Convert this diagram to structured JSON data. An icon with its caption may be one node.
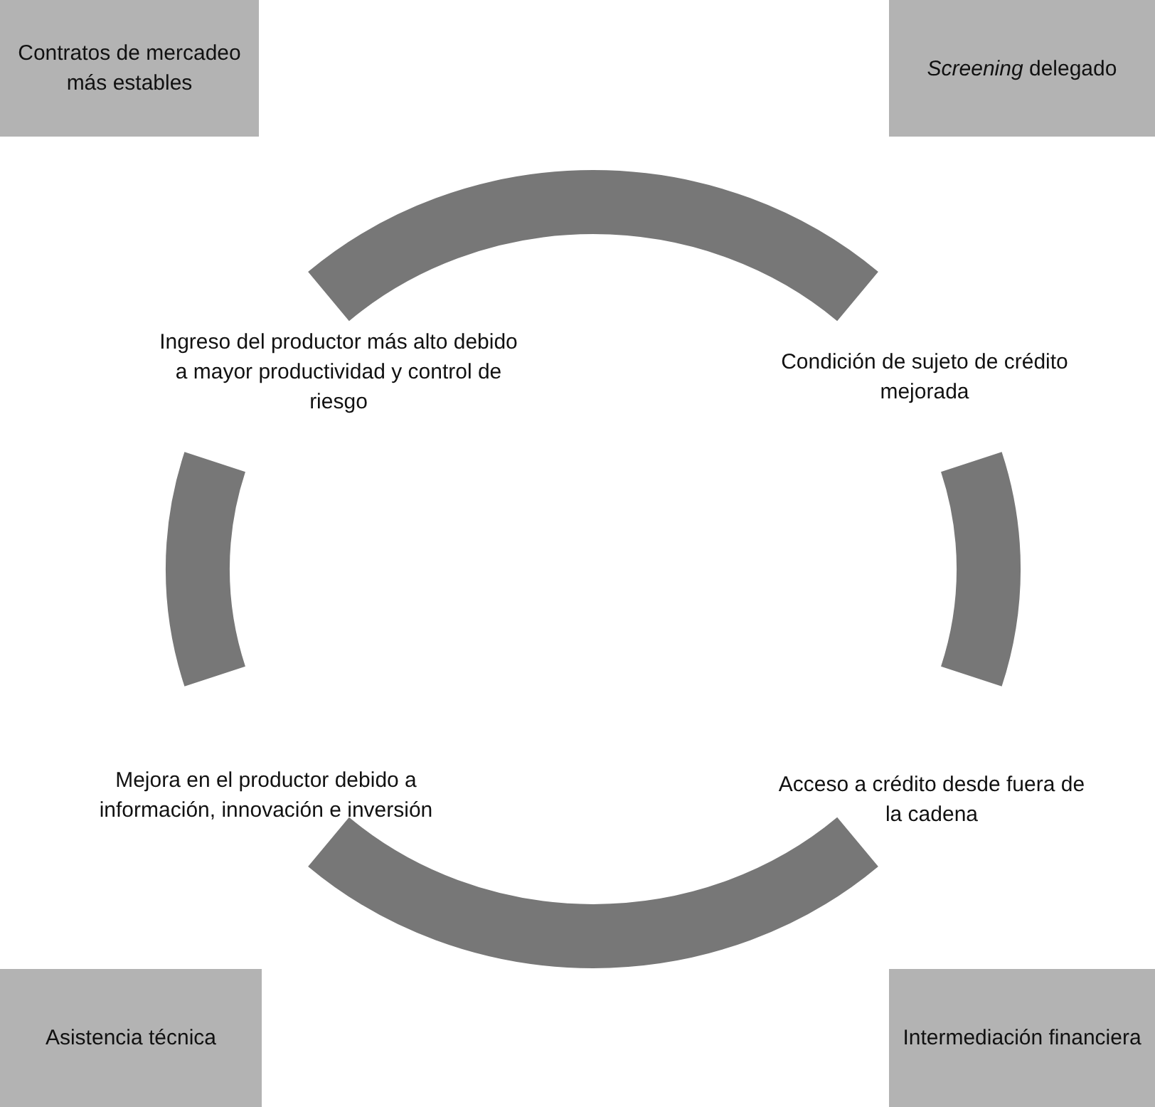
{
  "diagram": {
    "nodes": [
      {
        "text": [
          "Contratos de mercadeo más estables"
        ]
      },
      {
        "text": [
          "*Screening* delegado"
        ]
      },
      {
        "text": [
          "Ingreso del productor más alto debido a mayor productividad y control de riesgo"
        ]
      },
      {
        "text": [
          "Condición de sujeto de crédito mejorada"
        ]
      },
      {
        "text": [
          "Mejora en el productor debido a información, innovación e inversión"
        ]
      },
      {
        "text": [
          "Acceso a crédito desde fuera de la cadena"
        ]
      },
      {
        "text": [
          "Asistencia técnica"
        ]
      },
      {
        "text": [
          "Intermediación financiera"
        ]
      }
    ]
  }
}
